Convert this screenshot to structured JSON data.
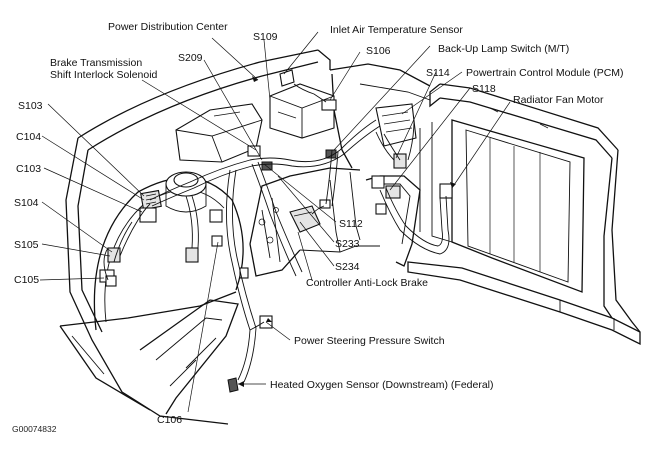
{
  "labels": {
    "pdc": "Power Distribution Center",
    "s109": "S109",
    "iat": "Inlet Air Temperature Sensor",
    "s209": "S209",
    "s106": "S106",
    "btsi_1": "Brake Transmission",
    "btsi_2": "Shift Interlock Solenoid",
    "backup": "Back-Up Lamp Switch (M/T)",
    "s114": "S114",
    "pcm": "Powertrain Control Module (PCM)",
    "s118": "S118",
    "s103": "S103",
    "radfan": "Radiator Fan Motor",
    "c104": "C104",
    "c103": "C103",
    "s104": "S104",
    "s112": "S112",
    "s233": "S233",
    "s105": "S105",
    "s234": "S234",
    "controller": "Controller Anti-Lock Brake",
    "c105": "C105",
    "ps": "Power Steering Pressure Switch",
    "o2": "Heated Oxygen Sensor (Downstream) (Federal)",
    "c106": "C106",
    "figure_id": "G00074832"
  },
  "colors": {
    "line": "#111111",
    "background": "#ffffff",
    "fill_light": "#e4e4e4",
    "fill_dark": "#555555"
  }
}
